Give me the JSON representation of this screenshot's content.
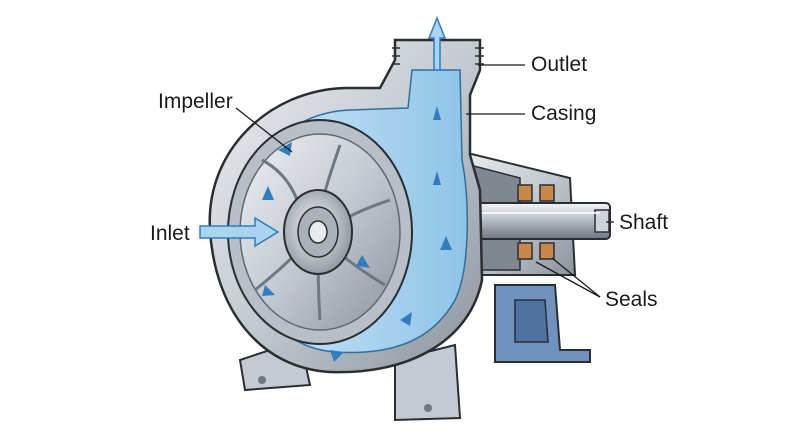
{
  "labels": {
    "outlet": "Outlet",
    "casing": "Casing",
    "impeller": "Impeller",
    "inlet": "Inlet",
    "shaft": "Shaft",
    "seals": "Seals"
  },
  "colors": {
    "metal_light": "#d9dde2",
    "metal_mid": "#aab1b9",
    "metal_dark": "#6f7780",
    "water": "#a9d3ee",
    "water_deep": "#6fb0dc",
    "flow_arrow": "#2f7dbf",
    "support_blue": "#6f92bf",
    "seal_orange": "#c9874a",
    "outline": "#2a2e33"
  }
}
